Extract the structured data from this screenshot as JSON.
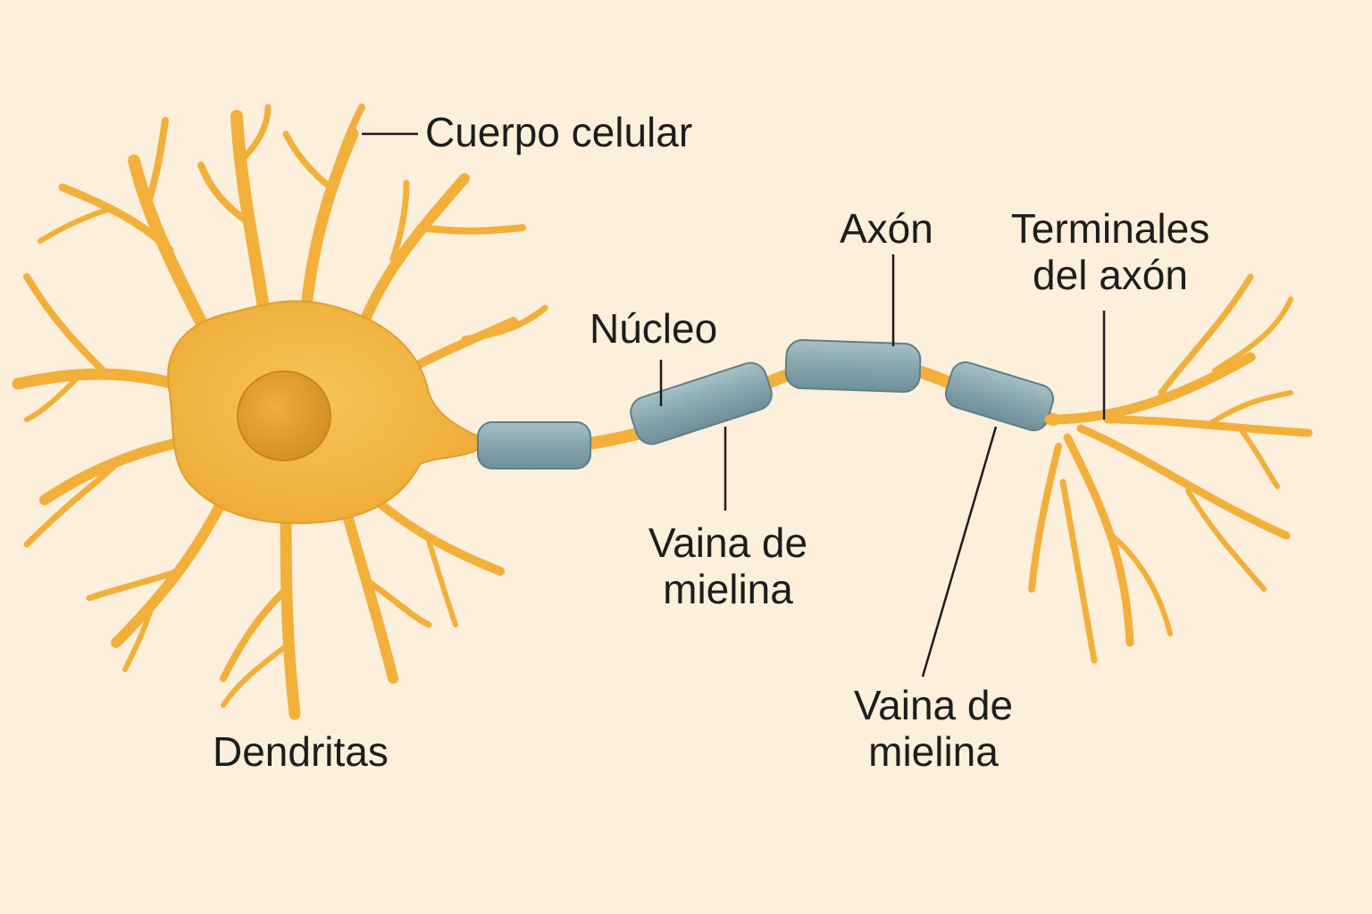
{
  "labels": {
    "cell_body": "Cuerpo celular",
    "nucleus": "Núcleo",
    "axon": "Axón",
    "axon_terminals": {
      "line1": "Terminales",
      "line2": "del axón"
    },
    "myelin_sheath_1": {
      "line1": "Vaina de",
      "line2": "mielina"
    },
    "myelin_sheath_2": {
      "line1": "Vaina de",
      "line2": "mielina"
    },
    "dendrites": "Dendritas"
  },
  "colors": {
    "background": "#fcefdc",
    "neuron": "#f2b03a",
    "neuron_dark": "#d9932a",
    "nucleus": "#e39b2c",
    "myelin": "#7f9ea6",
    "myelin_light": "#a9c2c8",
    "leader_line": "#1d1d1d",
    "text": "#1d1d1d"
  }
}
